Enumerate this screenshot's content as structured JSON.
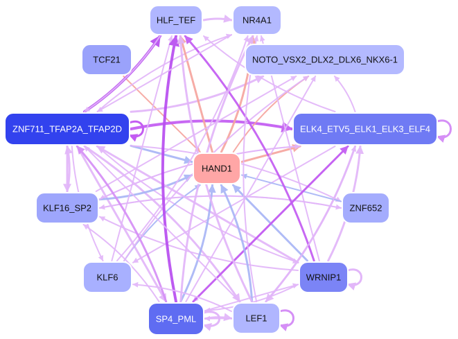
{
  "colors": {
    "hub": "#ffa6a6",
    "strong_node": "#3344ee",
    "mid_node": "#5566f0",
    "node_light": "#a8b0ff",
    "node_mid": "#9aa2fb",
    "node_deep": "#7b84f6",
    "edge_violet": "#c35cf2",
    "edge_lilac": "#e2b6f9",
    "edge_blue": "#a9b6f6",
    "edge_salmon": "#f6a59f",
    "label_dark": "#111111",
    "label_light": "#ffffff"
  },
  "nodes": [
    {
      "id": "HLF_TEF",
      "label": "HLF_TEF",
      "color": "#b0b6ff",
      "text": "dark"
    },
    {
      "id": "NR4A1",
      "label": "NR4A1",
      "color": "#b3b9ff",
      "text": "dark"
    },
    {
      "id": "TCF21",
      "label": "TCF21",
      "color": "#9aa2fb",
      "text": "dark"
    },
    {
      "id": "NOTO",
      "label": "NOTO_VSX2_DLX2_DLX6_NKX6-1",
      "color": "#b3b9ff",
      "text": "dark"
    },
    {
      "id": "ZNF711",
      "label": "ZNF711_TFAP2A_TFAP2D",
      "color": "#3242ee",
      "text": "light"
    },
    {
      "id": "ELK4",
      "label": "ELK4_ETV5_ELK1_ELK3_ELF4",
      "color": "#6f7af4",
      "text": "light"
    },
    {
      "id": "HAND1",
      "label": "HAND1",
      "color": "#ffa6a6",
      "text": "dark"
    },
    {
      "id": "KLF16",
      "label": "KLF16_SP2",
      "color": "#9ea6fc",
      "text": "dark"
    },
    {
      "id": "ZNF652",
      "label": "ZNF652",
      "color": "#a4acfd",
      "text": "dark"
    },
    {
      "id": "KLF6",
      "label": "KLF6",
      "color": "#a8b0ff",
      "text": "dark"
    },
    {
      "id": "WRNIP1",
      "label": "WRNIP1",
      "color": "#7b84f6",
      "text": "dark"
    },
    {
      "id": "SP4",
      "label": "SP4_PML",
      "color": "#5f6cf2",
      "text": "light"
    },
    {
      "id": "LEF1",
      "label": "LEF1",
      "color": "#b0b6ff",
      "text": "dark"
    }
  ],
  "edges": [
    {
      "from": "HLF_TEF",
      "to": "NR4A1",
      "color": "#e2b6f9",
      "weight": 3
    },
    {
      "from": "TCF21",
      "to": "HAND1",
      "color": "#f6a59f",
      "weight": 2
    },
    {
      "from": "ZNF711",
      "to": "HLF_TEF",
      "color": "#b84ef0",
      "weight": 4
    },
    {
      "from": "ZNF711",
      "to": "ELK4",
      "color": "#c35cf2",
      "weight": 4
    },
    {
      "from": "ZNF711",
      "to": "HAND1",
      "color": "#a9b6f6",
      "weight": 3
    },
    {
      "from": "ZNF711",
      "to": "NOTO",
      "color": "#e2b6f9",
      "weight": 3
    },
    {
      "from": "ZNF711",
      "to": "NR4A1",
      "color": "#e2b6f9",
      "weight": 2
    },
    {
      "from": "ZNF711",
      "to": "KLF16",
      "color": "#e2b6f9",
      "weight": 3
    },
    {
      "from": "ZNF711",
      "to": "WRNIP1",
      "color": "#e2b6f9",
      "weight": 2
    },
    {
      "from": "ZNF711",
      "to": "LEF1",
      "color": "#e2b6f9",
      "weight": 3
    },
    {
      "from": "ZNF711",
      "to": "SP4",
      "color": "#e2b6f9",
      "weight": 3
    },
    {
      "from": "ZNF711",
      "to": "KLF6",
      "color": "#e2b6f9",
      "weight": 2
    },
    {
      "from": "ZNF711",
      "to": "ZNF652",
      "color": "#e2b6f9",
      "weight": 2
    },
    {
      "from": "HAND1",
      "to": "HLF_TEF",
      "color": "#f6a59f",
      "weight": 3
    },
    {
      "from": "HAND1",
      "to": "NR4A1",
      "color": "#f6a59f",
      "weight": 3
    },
    {
      "from": "HAND1",
      "to": "NOTO",
      "color": "#f6a59f",
      "weight": 2
    },
    {
      "from": "HAND1",
      "to": "ELK4",
      "color": "#f6a59f",
      "weight": 3
    },
    {
      "from": "ELK4",
      "to": "NOTO",
      "color": "#e2b6f9",
      "weight": 2
    },
    {
      "from": "ELK4",
      "to": "LEF1",
      "color": "#e2b6f9",
      "weight": 3
    },
    {
      "from": "ELK4",
      "to": "SP4",
      "color": "#e2b6f9",
      "weight": 2
    },
    {
      "from": "ELK4",
      "to": "KLF16",
      "color": "#e2b6f9",
      "weight": 2
    },
    {
      "from": "ELK4",
      "to": "HLF_TEF",
      "color": "#e2b6f9",
      "weight": 2
    },
    {
      "from": "ELK4",
      "to": "KLF6",
      "color": "#e2b6f9",
      "weight": 2
    },
    {
      "from": "KLF16",
      "to": "HAND1",
      "color": "#a9b6f6",
      "weight": 3
    },
    {
      "from": "KLF16",
      "to": "ELK4",
      "color": "#e2b6f9",
      "weight": 2
    },
    {
      "from": "KLF16",
      "to": "NOTO",
      "color": "#e2b6f9",
      "weight": 2
    },
    {
      "from": "KLF16",
      "to": "ZNF711",
      "color": "#e2b6f9",
      "weight": 3
    },
    {
      "from": "KLF16",
      "to": "ZNF652",
      "color": "#e2b6f9",
      "weight": 2
    },
    {
      "from": "ZNF652",
      "to": "HAND1",
      "color": "#a9b6f6",
      "weight": 2
    },
    {
      "from": "ZNF652",
      "to": "KLF16",
      "color": "#e2b6f9",
      "weight": 2
    },
    {
      "from": "KLF6",
      "to": "HAND1",
      "color": "#a9b6f6",
      "weight": 2
    },
    {
      "from": "KLF6",
      "to": "HLF_TEF",
      "color": "#e2b6f9",
      "weight": 2
    },
    {
      "from": "KLF6",
      "to": "NR4A1",
      "color": "#e2b6f9",
      "weight": 2
    },
    {
      "from": "KLF6",
      "to": "NOTO",
      "color": "#e2b6f9",
      "weight": 2
    },
    {
      "from": "WRNIP1",
      "to": "HAND1",
      "color": "#a9b6f6",
      "weight": 3
    },
    {
      "from": "WRNIP1",
      "to": "HLF_TEF",
      "color": "#c35cf2",
      "weight": 3
    },
    {
      "from": "WRNIP1",
      "to": "KLF16",
      "color": "#e2b6f9",
      "weight": 2
    },
    {
      "from": "WRNIP1",
      "to": "ZNF711",
      "color": "#e2b6f9",
      "weight": 3
    },
    {
      "from": "WRNIP1",
      "to": "ELK4",
      "color": "#e2b6f9",
      "weight": 3
    },
    {
      "from": "WRNIP1",
      "to": "SP4",
      "color": "#e2b6f9",
      "weight": 2
    },
    {
      "from": "WRNIP1",
      "to": "NR4A1",
      "color": "#e2b6f9",
      "weight": 2
    },
    {
      "from": "SP4",
      "to": "HAND1",
      "color": "#a9b6f6",
      "weight": 3
    },
    {
      "from": "SP4",
      "to": "HLF_TEF",
      "color": "#b84ef0",
      "weight": 4
    },
    {
      "from": "SP4",
      "to": "ELK4",
      "color": "#c35cf2",
      "weight": 3
    },
    {
      "from": "SP4",
      "to": "ZNF711",
      "color": "#d58ff6",
      "weight": 3
    },
    {
      "from": "SP4",
      "to": "NR4A1",
      "color": "#e2b6f9",
      "weight": 3
    },
    {
      "from": "SP4",
      "to": "NOTO",
      "color": "#e2b6f9",
      "weight": 2
    },
    {
      "from": "SP4",
      "to": "KLF16",
      "color": "#e2b6f9",
      "weight": 2
    },
    {
      "from": "SP4",
      "to": "LEF1",
      "color": "#e2b6f9",
      "weight": 3
    },
    {
      "from": "SP4",
      "to": "WRNIP1",
      "color": "#e2b6f9",
      "weight": 2
    },
    {
      "from": "LEF1",
      "to": "HAND1",
      "color": "#a9b6f6",
      "weight": 3
    },
    {
      "from": "LEF1",
      "to": "HLF_TEF",
      "color": "#e2b6f9",
      "weight": 3
    },
    {
      "from": "LEF1",
      "to": "ZNF711",
      "color": "#e2b6f9",
      "weight": 2
    },
    {
      "from": "LEF1",
      "to": "ELK4",
      "color": "#e2b6f9",
      "weight": 2
    },
    {
      "from": "LEF1",
      "to": "NR4A1",
      "color": "#e2b6f9",
      "weight": 2
    },
    {
      "from": "LEF1",
      "to": "SP4",
      "color": "#e2b6f9",
      "weight": 2
    },
    {
      "from": "LEF1",
      "to": "KLF6",
      "color": "#e2b6f9",
      "weight": 2
    },
    {
      "from": "HLF_TEF",
      "to": "ZNF711",
      "color": "#e2b6f9",
      "weight": 2
    },
    {
      "from": "NR4A1",
      "to": "ZNF711",
      "color": "#e2b6f9",
      "weight": 2
    }
  ],
  "self_loops": [
    {
      "node": "ELK4",
      "color": "#d58ff6"
    },
    {
      "node": "ZNF711",
      "color": "#c35cf2"
    },
    {
      "node": "WRNIP1",
      "color": "#e2b6f9"
    },
    {
      "node": "SP4",
      "color": "#e2b6f9"
    },
    {
      "node": "LEF1",
      "color": "#d58ff6"
    }
  ]
}
